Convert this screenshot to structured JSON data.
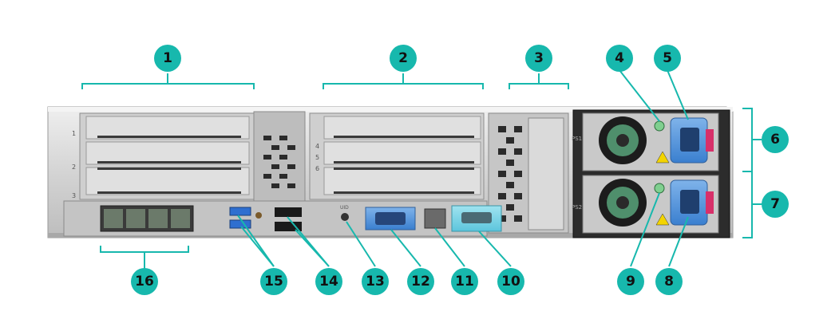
{
  "accent_color": "#17b8ad",
  "chassis_color": "#d8d8d8",
  "callouts": [
    "1",
    "2",
    "3",
    "4",
    "5",
    "6",
    "7",
    "8",
    "9",
    "10",
    "11",
    "12",
    "13",
    "14",
    "15",
    "16"
  ],
  "chassis_labels": {
    "slot_1": "1",
    "slot_2": "2",
    "slot_3": "3",
    "slot_4": "4",
    "slot_5": "5",
    "slot_6": "6",
    "psu_1": "PS1",
    "psu_2": "PS2",
    "uid": "UID"
  },
  "icons": [
    "psu-fan-icon",
    "power-inlet-icon",
    "warning-icon",
    "vga-port-icon",
    "serial-port-icon",
    "rj45-port-icon",
    "usb-port-icon",
    "uid-button-icon"
  ]
}
